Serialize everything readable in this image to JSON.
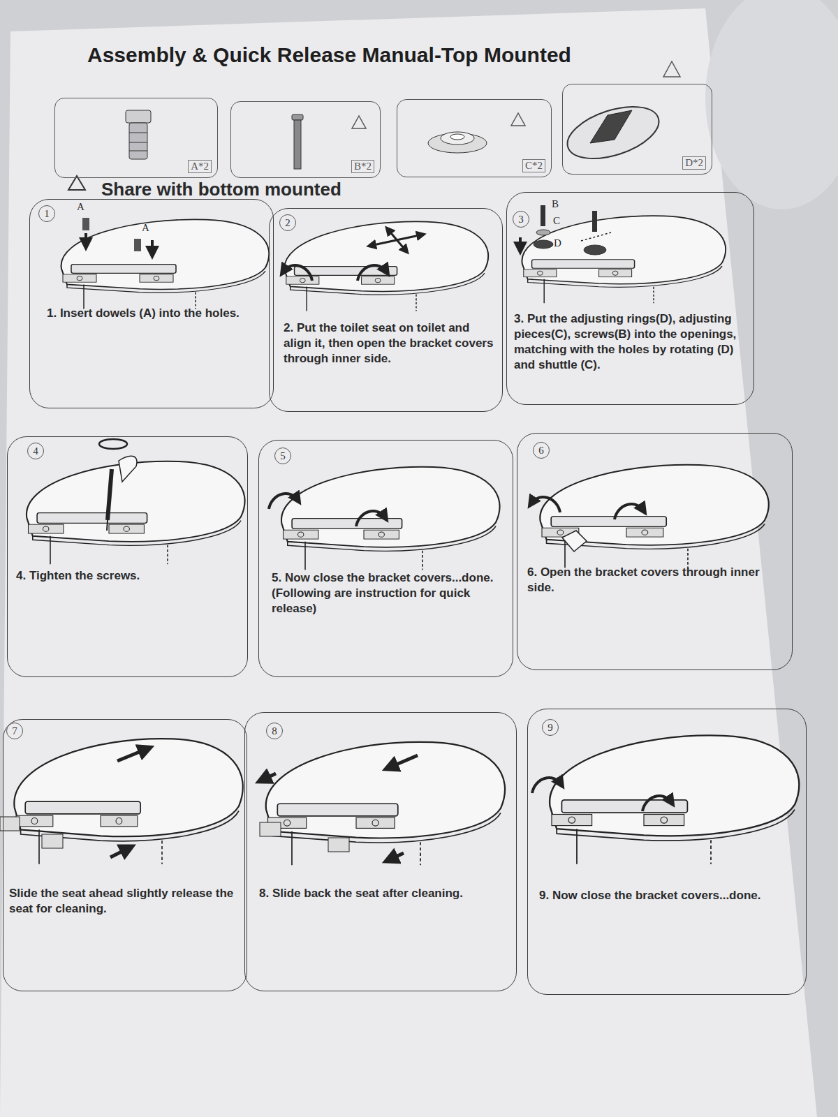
{
  "diagram": {
    "title": "Assembly & Quick Release Manual-Top Mounted",
    "nodes": [
      {
        "text": [
          "A*2"
        ]
      },
      {
        "text": [
          "B*2"
        ]
      },
      {
        "text": [
          "C*2"
        ]
      },
      {
        "text": [
          "D*2"
        ]
      },
      {
        "text": [
          "1",
          "1. Insert dowels (A) into the holes."
        ]
      },
      {
        "text": [
          "2",
          "2. Put the toilet seat on toilet and align it, then open the bracket covers through inner side."
        ]
      },
      {
        "text": [
          "3",
          "3. Put the adjusting rings(D), adjusting pieces(C), screws(B) into the openings, matching with the holes by rotating (D) and shuttle (C)."
        ]
      },
      {
        "text": [
          "4",
          "4. Tighten the screws."
        ]
      },
      {
        "text": [
          "5",
          "5. Now close the bracket covers...done.",
          "(Following are instruction for quick release)"
        ]
      },
      {
        "text": [
          "6",
          "6. Open the bracket covers through inner side."
        ]
      },
      {
        "text": [
          "7",
          "Slide the seat ahead slightly release the seat for cleaning."
        ]
      },
      {
        "text": [
          "8",
          "8. Slide back the seat after cleaning."
        ]
      },
      {
        "text": [
          "9",
          "9. Now close the bracket covers...done."
        ]
      }
    ],
    "labels": [
      "A",
      "A",
      "B",
      "C",
      "D",
      "Share with bottom mounted"
    ]
  }
}
